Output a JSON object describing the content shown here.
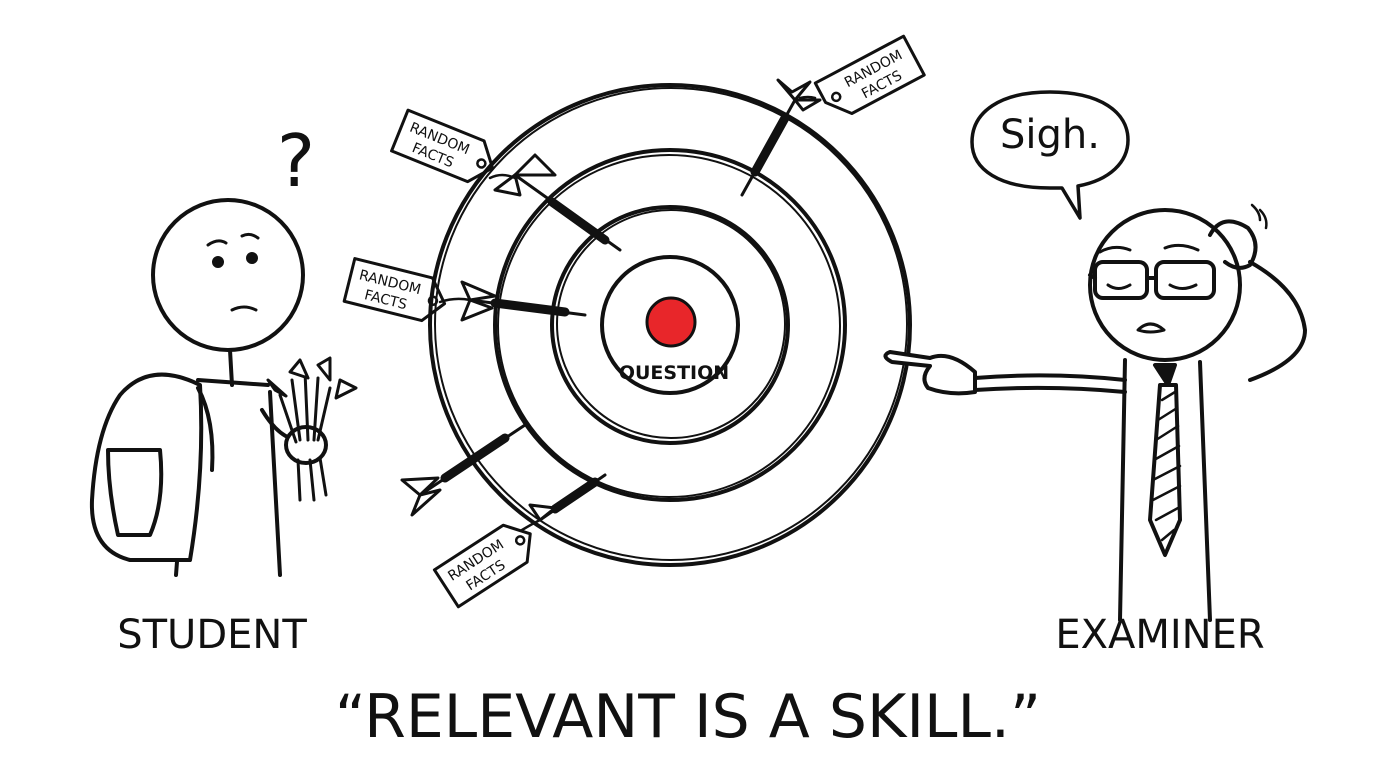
{
  "labels": {
    "student": "STUDENT",
    "examiner": "EXAMINER",
    "target_center": "QUESTION",
    "tag_line_1": "RANDOM",
    "tag_line_2": "FACTS",
    "speech": "Sigh.",
    "question_mark": "?",
    "caption": "“RELEVANT IS A SKILL.”"
  },
  "colors": {
    "ink": "#111111",
    "bullseye": "#e8262a",
    "background": "#ffffff"
  },
  "icons": {
    "target": "dartboard-target",
    "darts": "dart-icon",
    "tags": "price-tag-icon"
  }
}
